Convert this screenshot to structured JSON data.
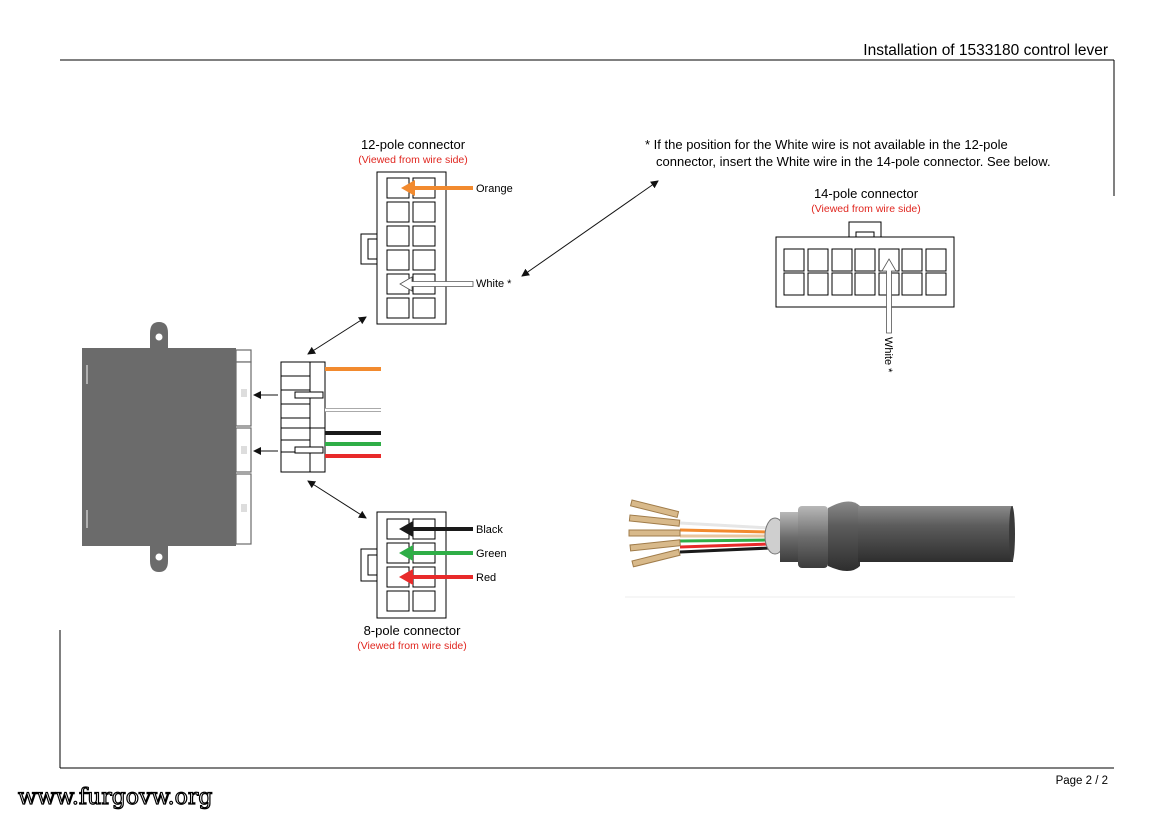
{
  "header": {
    "title": "Installation of 1533180 control lever"
  },
  "connectors": {
    "twelve_pole": {
      "title": "12-pole connector",
      "subtitle": "(Viewed from wire side)"
    },
    "fourteen_pole": {
      "title": "14-pole connector",
      "subtitle": "(Viewed from wire side)"
    },
    "eight_pole": {
      "title": "8-pole connector",
      "subtitle": "(Viewed from wire side)"
    }
  },
  "wires": {
    "orange": "Orange",
    "white": "White *",
    "white_14": "White *",
    "black": "Black",
    "green": "Green",
    "red": "Red"
  },
  "note": {
    "line1": "* If the position for the White wire is not available in the 12-pole",
    "line2": "connector, insert the White wire in the 14-pole connector. See below."
  },
  "footer": {
    "page": "Page 2 / 2",
    "watermark": "www.furgovw.org"
  },
  "colors": {
    "orange": "#f28a2e",
    "green": "#2fae47",
    "red": "#e82a2a",
    "black": "#1a1a1a",
    "subtitle_red": "#e0261f",
    "unit_gray": "#6b6b6b"
  }
}
